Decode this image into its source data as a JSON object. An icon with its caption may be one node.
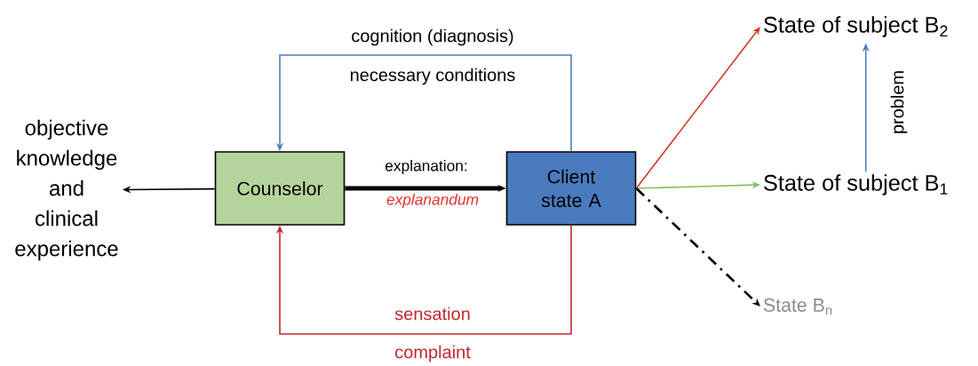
{
  "diagram": {
    "nodes": [
      {
        "text": [
          "objective knowledge and clinical experience"
        ]
      },
      {
        "text": [
          "Counselor"
        ]
      },
      {
        "text": [
          "Client state A"
        ]
      },
      {
        "text": [
          "State of subject B$_{2}$"
        ]
      },
      {
        "text": [
          "State of subject B$_{1}$"
        ]
      },
      {
        "text": [
          "State B$_{n}$"
        ]
      }
    ],
    "edges": [
      {
        "from": 1,
        "to": 0,
        "arrow": "to"
      },
      {
        "from": 1,
        "to": 2,
        "arrow": "to",
        "style": "thick",
        "label": "explanation:"
      },
      {
        "from": 2,
        "to": 1,
        "arrow": "to",
        "color": "#4a7ebf",
        "label": "cognition (diagnosis)"
      },
      {
        "from": 2,
        "to": 1,
        "arrow": "to",
        "color": "#c0282d",
        "label": "sensation"
      },
      {
        "from": 2,
        "to": 3,
        "arrow": "to",
        "color": "#d13a2a"
      },
      {
        "from": 2,
        "to": 4,
        "arrow": "to",
        "color": "#8cbf5f"
      },
      {
        "from": 2,
        "to": 5,
        "arrow": "to",
        "style": "dashed"
      },
      {
        "from": 4,
        "to": 3,
        "arrow": "to",
        "color": "#4a7ebf",
        "label": "problem"
      }
    ],
    "labels": [
      "explanandum",
      "necessary conditions",
      "complaint"
    ]
  }
}
